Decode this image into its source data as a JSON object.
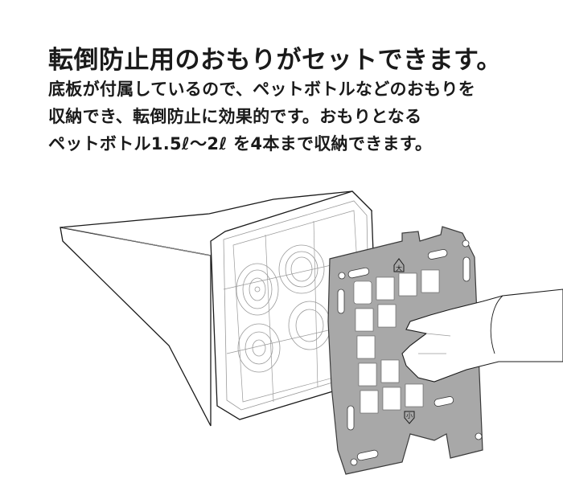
{
  "headline": "転倒防止用のおもりがセットできます。",
  "description": {
    "lines": [
      "底板が付属しているので、ペットボトルなどのおもりを",
      "収納でき、転倒防止に効果的です。おもりとなる",
      "ペットボトル1.5ℓ～2ℓ を4本まで収納できます。"
    ]
  },
  "illustration": {
    "plate_marks": {
      "top": "大",
      "bottom": "小"
    },
    "colors": {
      "plate_fill": "#a8a8a8",
      "plate_stroke": "#3a3a3a",
      "outline": "#1a1a1a",
      "thin_line": "#9a9a9a"
    }
  }
}
